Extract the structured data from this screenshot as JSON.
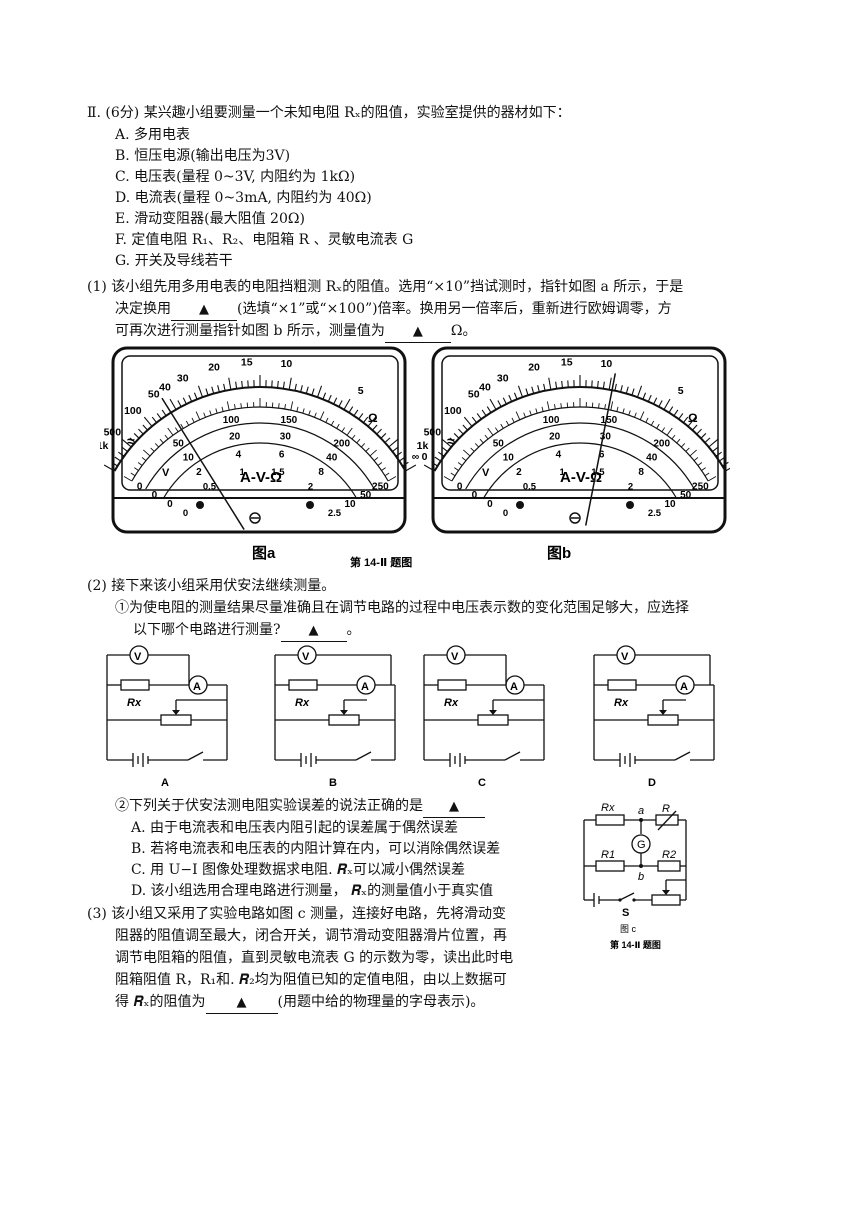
{
  "header": "Ⅱ. (6分) 某兴趣小组要测量一个未知电阻 Rₓ的阻值，实验室提供的器材如下：",
  "equipment": [
    "A. 多用电表",
    "B. 恒压电源(输出电压为3V)",
    "C.   电压表(量程 0~3V,  内阻约为  1kΩ)",
    "D.   电流表(量程 0~3mA,  内阻约为 40Ω)",
    "E. 滑动变阻器(最大阻值 20Ω)",
    "F. 定值电阻 R₁、R₂、电阻箱  R 、灵敏电流表  G",
    "G. 开关及导线若干"
  ],
  "q1": {
    "line1": "(1) 该小组先用多用电表的电阻挡粗测  Rₓ的阻值。选用“×10”挡试测时，指针如图  a  所示，于是",
    "line2_prefix": "决定换用",
    "line2_suffix": "(选填“×1”或“×100”)倍率。换用另一倍率后，重新进行欧姆调零，方",
    "line3_prefix": "可再次进行测量指针如图 b 所示，测量值为",
    "line3_suffix": "Ω。",
    "blank": "▲"
  },
  "meter": {
    "ohm_ticks": [
      "∞",
      "1k",
      "500",
      "100",
      "50",
      "40",
      "30",
      "20",
      "15",
      "10",
      "5",
      "0"
    ],
    "dc_ticks": [
      "0",
      "50",
      "100",
      "150",
      "200",
      "250"
    ],
    "dc2_ticks": [
      "0",
      "10",
      "20",
      "30",
      "40",
      "50"
    ],
    "dc3_ticks": [
      "0",
      "2",
      "4",
      "6",
      "8",
      "10"
    ],
    "ac_ticks": [
      "0",
      "0.5",
      "1",
      "1.5",
      "2",
      "2.5"
    ],
    "omega": "Ω",
    "label_main": "A-V-Ω",
    "wave_symbol": "≈",
    "v_symbol": "V",
    "caption_a": "图a",
    "caption_b": "图b",
    "figure_caption": "第 14-Ⅱ 题图"
  },
  "q2": {
    "line1": "(2) 接下来该小组采用伏安法继续测量。",
    "sub1_line1": "①为使电阻的测量结果尽量准确且在调节电路的过程中电压表示数的变化范围足够大，应选择",
    "sub1_line2_prefix": "以下哪个电路进行测量?",
    "sub1_line2_suffix": "。",
    "blank": "▲",
    "circuits": [
      {
        "label": "A",
        "v": "V",
        "a": "A",
        "r": "R",
        "r_sub": "x"
      },
      {
        "label": "B",
        "v": "V",
        "a": "A",
        "r": "R",
        "r_sub": "x"
      },
      {
        "label": "C",
        "v": "V",
        "a": "A",
        "r": "R",
        "r_sub": "x"
      },
      {
        "label": "D",
        "v": "V",
        "a": "A",
        "r": "R",
        "r_sub": "x"
      }
    ],
    "sub2_prefix": "②下列关于伏安法测电阻实验误差的说法正确的是",
    "options": [
      "A. 由于电流表和电压表内阻引起的误差属于偶然误差",
      "B. 若将电流表和电压表的内阻计算在内，可以消除偶然误差",
      "C. 用 U−I 图像处理数据求电阻.  𝑹ₓ可以减小偶然误差",
      "D. 该小组选用合理电路进行测量，  𝑹ₓ的测量值小于真实值"
    ]
  },
  "q3": {
    "line1": "(3) 该小组又采用了实验电路如图  c  测量，连接好电路，先将滑动变",
    "line2": "阻器的阻值调至最大，闭合开关，调节滑动变阻器滑片位置，再",
    "line3": "调节电阻箱的阻值，直到灵敏电流表 G 的示数为零，读出此时电",
    "line4": "阻箱阻值  R，R₁和.  𝑹₂均为阻值已知的定值电阻，由以上数据可",
    "line5_prefix": "得   𝑹ₓ的阻值为",
    "line5_suffix": "(用题中给的物理量的字母表示)。",
    "blank": "▲"
  },
  "fig_c": {
    "rx": "Rx",
    "r": "R",
    "r1": "R1",
    "r2": "R2",
    "g": "G",
    "a": "a",
    "b": "b",
    "s": "S",
    "caption": "图 c",
    "figure_caption": "第 14-Ⅱ 题图"
  }
}
